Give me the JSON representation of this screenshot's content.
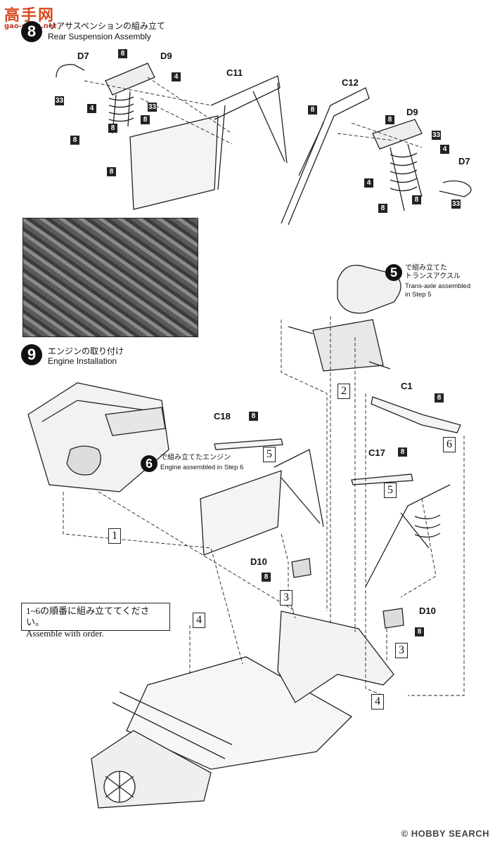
{
  "watermark": {
    "site_glyphs": "高手网",
    "site_url": "gao-shou.net"
  },
  "step8": {
    "number": "8",
    "title_jp": "リアサスペンションの組み立て",
    "title_en": "Rear Suspension Assembly",
    "labels": {
      "d7_left": "D7",
      "d9_left": "D9",
      "c11": "C11",
      "c12": "C12",
      "d9_right": "D9",
      "d7_right": "D7"
    },
    "badges": {
      "b8_a": "8",
      "b4_a": "4",
      "b33_a": "33",
      "b4_b": "4",
      "b8_b": "8",
      "b33_b": "33",
      "b8_c": "8",
      "b8_d": "8",
      "b8_e": "8",
      "b8_f": "8",
      "b8_g": "8",
      "b33_c": "33",
      "b4_c": "4",
      "b4_d": "4",
      "b8_h": "8",
      "b8_i": "8",
      "b33_d": "33"
    }
  },
  "step9": {
    "number": "9",
    "title_jp": "エンジンの取り付け",
    "title_en": "Engine Installation",
    "ref5": {
      "num": "5",
      "text_jp": "で組み立てた\nトランスアクスル",
      "text_en": "Trans-axle assembled\nin Step 5"
    },
    "ref6": {
      "num": "6",
      "text_jp": "で組み立てたエンジン",
      "text_en": "Engine assembled in Step 6"
    },
    "labels": {
      "c1": "C1",
      "c18": "C18",
      "c17": "C17",
      "d10_a": "D10",
      "d10_b": "D10"
    },
    "badges": {
      "b8_1": "8",
      "b8_2": "8",
      "b8_3": "8",
      "b8_4": "8",
      "b8_5": "8"
    },
    "order": {
      "n1": "1",
      "n2": "2",
      "n3a": "3",
      "n3b": "3",
      "n4a": "4",
      "n4b": "4",
      "n5a": "5",
      "n5b": "5",
      "n6": "6"
    },
    "note_jp": "1~6の順番に組み立ててください。",
    "note_en": "Assemble with order."
  },
  "footer": {
    "logo": "HOBBY SEARCH",
    "copyright": "©"
  }
}
